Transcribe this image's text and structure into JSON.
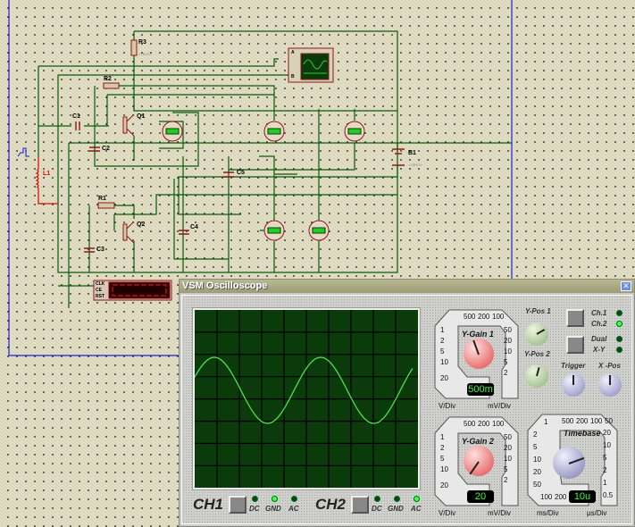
{
  "schematic": {
    "placeholder": "<TEXT>",
    "components": {
      "R1": "R1",
      "R2": "R2",
      "R3": "R3",
      "C1": "C1",
      "C2": "C2",
      "C3": "C3",
      "C4": "C4",
      "C5": "C5",
      "Q1": "Q1",
      "Q2": "Q2",
      "L1": "L1",
      "B1": "B1"
    },
    "scope_pins": [
      "A",
      "B"
    ],
    "counter": {
      "pins": [
        "CLK",
        "CE",
        "RST"
      ]
    }
  },
  "oscilloscope": {
    "title": "VSM Oscilloscope",
    "close": "✕",
    "trace_color": "#4ee04e",
    "ch1": {
      "label": "CH1",
      "modes": [
        "DC",
        "GND",
        "AC"
      ],
      "active": "GND"
    },
    "ch2": {
      "label": "CH2",
      "modes": [
        "DC",
        "GND",
        "AC"
      ],
      "active": "AC"
    },
    "ygain1": {
      "title": "Y-Gain 1",
      "left": [
        "1",
        "2",
        "5",
        "10",
        "20"
      ],
      "top": [
        "500",
        "200",
        "100"
      ],
      "right": [
        "50",
        "20",
        "10",
        "5",
        "2"
      ],
      "value": "500m",
      "unit_left": "V/Div",
      "unit_right": "mV/Div"
    },
    "ygain2": {
      "title": "Y-Gain 2",
      "left": [
        "1",
        "2",
        "5",
        "10",
        "20"
      ],
      "top": [
        "500",
        "200",
        "100"
      ],
      "right": [
        "50",
        "20",
        "10",
        "5",
        "2"
      ],
      "value": "20",
      "unit_left": "V/Div",
      "unit_right": "mV/Div"
    },
    "timebase": {
      "title": "Timebase",
      "left": [
        "1",
        "2",
        "5",
        "10",
        "20",
        "50"
      ],
      "top": [
        "500",
        "200",
        "100",
        "50"
      ],
      "right": [
        "20",
        "10",
        "5",
        "2",
        "1",
        "0.5"
      ],
      "bottom": [
        "100",
        "200"
      ],
      "value": "10u",
      "unit_left": "ms/Div",
      "unit_right": "µs/Div"
    },
    "ypos1": "Y-Pos 1",
    "ypos2": "Y-Pos 2",
    "trigger": "Trigger",
    "xpos": "X -Pos",
    "channels": {
      "ch1": "Ch.1",
      "ch2": "Ch.2",
      "ch1_on": false,
      "ch2_on": true
    },
    "modes": {
      "dual": "Dual",
      "xy": "X-Y",
      "dual_on": false,
      "xy_on": false
    }
  }
}
